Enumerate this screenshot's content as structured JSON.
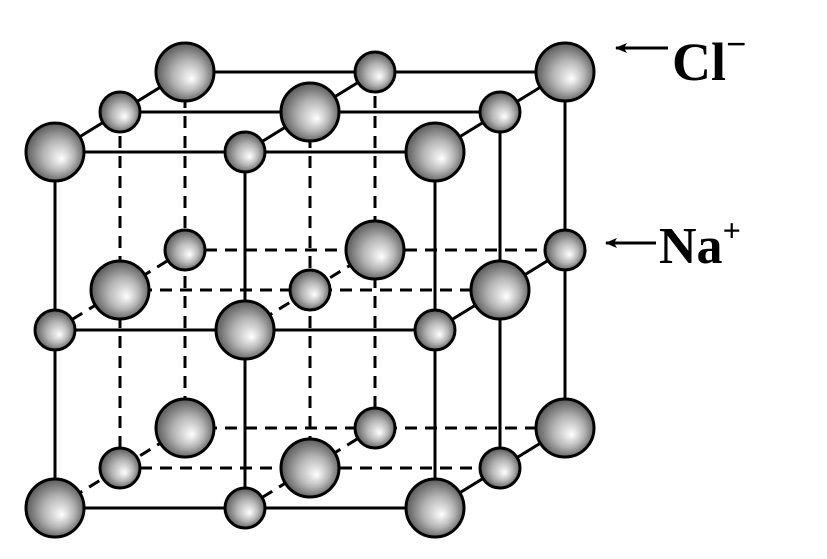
{
  "diagram": {
    "labels": {
      "chloride": {
        "symbol": "Cl",
        "charge": "−"
      },
      "sodium": {
        "symbol": "Na",
        "charge": "+"
      }
    },
    "colors": {
      "line": "#000000",
      "ion_highlight": "#ffffff",
      "ion_mid": "#b4b4b4",
      "ion_shadow": "#3c3c3c",
      "background": "#ffffff"
    },
    "ion_types": [
      "Cl-",
      "Na+"
    ]
  }
}
